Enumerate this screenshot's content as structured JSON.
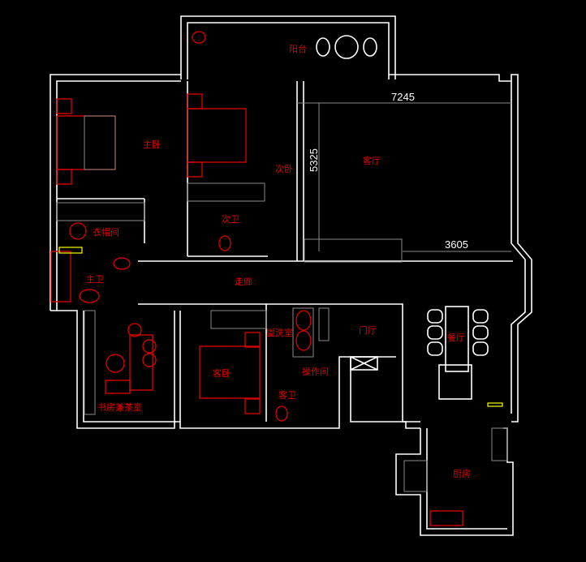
{
  "rooms": {
    "balcony": "阳台",
    "master_bedroom": "主卧",
    "second_bedroom": "次卧",
    "living_room": "客厅",
    "walk_in_closet": "衣帽间",
    "second_bathroom": "次卫",
    "master_bathroom": "主卫",
    "corridor": "走廊",
    "study_tea_room": "书房兼茶室",
    "guest_bedroom": "客卧",
    "washroom": "盥洗室",
    "foyer": "门厅",
    "dining_room": "餐厅",
    "utility_room": "操作间",
    "guest_bathroom": "客卫",
    "kitchen": "厨房"
  },
  "dimensions": {
    "living_width": "7245",
    "living_depth": "5325",
    "dining_offset": "3605"
  },
  "colors": {
    "background": "#000000",
    "walls": "#ffffff",
    "furniture": "#e00000",
    "fixtures": "#8a8a8a",
    "highlight": "#ffff00"
  }
}
